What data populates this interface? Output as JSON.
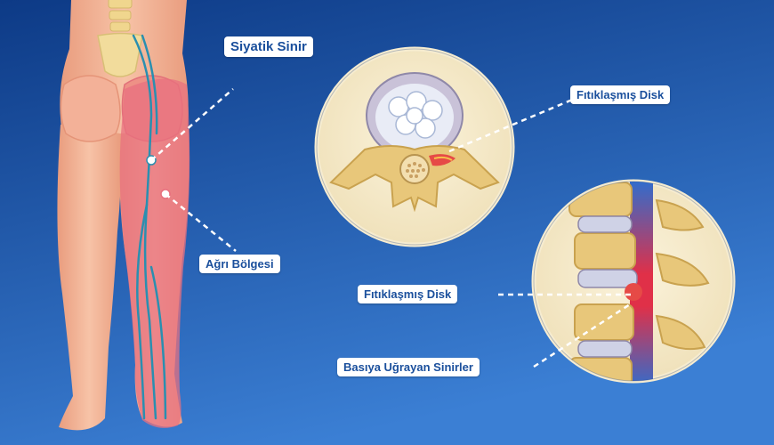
{
  "labels": {
    "sciatic_nerve": "Siyatik Sinir",
    "pain_area": "Ağrı Bölgesi",
    "herniated_disc_top": "Fıtıklaşmış Disk",
    "herniated_disc_side": "Fıtıklaşmış Disk",
    "compressed_nerves": "Basıya Uğrayan Sinirler"
  },
  "colors": {
    "background_top": "#0d3a86",
    "background_bottom": "#2f6fca",
    "skin": "#f4b79a",
    "pain_zone": "#e8707f",
    "nerve": "#2a8fb0",
    "bone": "#e8c77a",
    "disc": "#c9c2d8",
    "label_text": "#1a4f9c"
  }
}
